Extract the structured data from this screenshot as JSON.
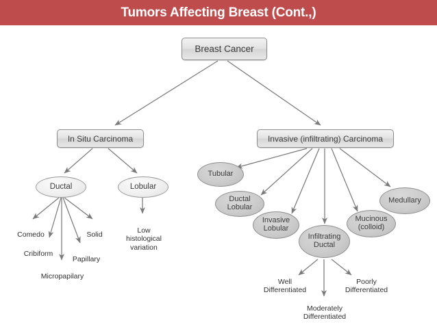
{
  "header": {
    "title": "Tumors Affecting Breast (Cont.,)",
    "bar_color": "#bf4c4c",
    "text_color": "#ffffff"
  },
  "diagram": {
    "type": "tree",
    "root": "Breast Cancer",
    "nodes": {
      "root_box": {
        "label": "Breast Cancer"
      },
      "in_situ_box": {
        "label": "In Situ Carcinoma"
      },
      "invasive_box": {
        "label": "Invasive (infiltrating) Carcinoma"
      },
      "ductal": {
        "label": "Ductal"
      },
      "lobular": {
        "label": "Lobular"
      },
      "tubular": {
        "label": "Tubular"
      },
      "ductal_lobular": {
        "label": "Ductal\nLobular"
      },
      "invasive_lobular": {
        "label": "Invasive\nLobular"
      },
      "infiltrating_ductal": {
        "label": "Infiltrating\nDuctal"
      },
      "mucinous": {
        "label": "Mucinous\n(colloid)"
      },
      "medullary": {
        "label": "Medullary"
      },
      "comedo": {
        "label": "Comedo"
      },
      "cribiform": {
        "label": "Cribiform"
      },
      "micropapilary": {
        "label": "Micropapilary"
      },
      "papillary": {
        "label": "Papillary"
      },
      "solid": {
        "label": "Solid"
      },
      "low_variation": {
        "label": "Low\nhistological\nvariation"
      },
      "well_diff": {
        "label": "Well\nDifferentiated"
      },
      "moderately_diff": {
        "label": "Moderately\nDifferentiated"
      },
      "poorly_diff": {
        "label": "Poorly\nDifferentiated"
      }
    },
    "edges": [
      {
        "from": "root_box",
        "to": "in_situ_box"
      },
      {
        "from": "root_box",
        "to": "invasive_box"
      },
      {
        "from": "in_situ_box",
        "to": "ductal"
      },
      {
        "from": "in_situ_box",
        "to": "lobular"
      },
      {
        "from": "ductal",
        "to": "comedo"
      },
      {
        "from": "ductal",
        "to": "cribiform"
      },
      {
        "from": "ductal",
        "to": "micropapilary"
      },
      {
        "from": "ductal",
        "to": "papillary"
      },
      {
        "from": "ductal",
        "to": "solid"
      },
      {
        "from": "lobular",
        "to": "low_variation"
      },
      {
        "from": "invasive_box",
        "to": "tubular"
      },
      {
        "from": "invasive_box",
        "to": "ductal_lobular"
      },
      {
        "from": "invasive_box",
        "to": "invasive_lobular"
      },
      {
        "from": "invasive_box",
        "to": "infiltrating_ductal"
      },
      {
        "from": "invasive_box",
        "to": "mucinous"
      },
      {
        "from": "invasive_box",
        "to": "medullary"
      },
      {
        "from": "infiltrating_ductal",
        "to": "well_diff"
      },
      {
        "from": "infiltrating_ductal",
        "to": "moderately_diff"
      },
      {
        "from": "infiltrating_ductal",
        "to": "poorly_diff"
      }
    ],
    "colors": {
      "edge": "#7a7a7a",
      "node_text": "#3a3a3a",
      "leaf_text": "#2f2f2f",
      "grey_node_fill": "#cccccc",
      "light_node_fill": "#f0f0f0"
    }
  }
}
